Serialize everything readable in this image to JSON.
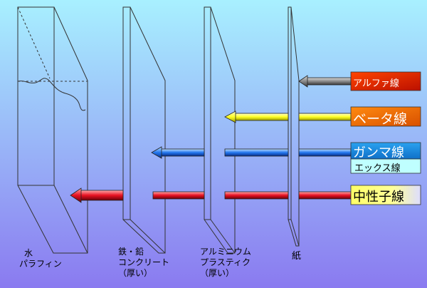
{
  "radiation": {
    "alpha": "アルファ線",
    "beta": "ベータ線",
    "gamma": "ガンマ線",
    "xray": "エックス線",
    "neutron": "中性子線"
  },
  "shields": {
    "water": "水",
    "paraffin": "パラフィン",
    "iron_lead": "鉄・鉛",
    "concrete": "コンクリート",
    "concrete_thick": "（厚い）",
    "aluminium": "アルミニウム",
    "plastic": "プラスティク",
    "plastic_thick": "（厚い）",
    "paper": "紙"
  },
  "colors": {
    "background_top": "#a8f0ff",
    "background_bottom": "#8a7af0",
    "alpha_box": "#dd2200",
    "beta_box": "#ee6a00",
    "gamma_box": "#1a8fe0",
    "xray_box": "#bfffff",
    "neutron_box": "#ffff55",
    "alpha_arrow": "#8a8a8a",
    "beta_arrow": "#ffff33",
    "gamma_arrow": "#2277ee",
    "neutron_arrow": "#ee1122"
  }
}
